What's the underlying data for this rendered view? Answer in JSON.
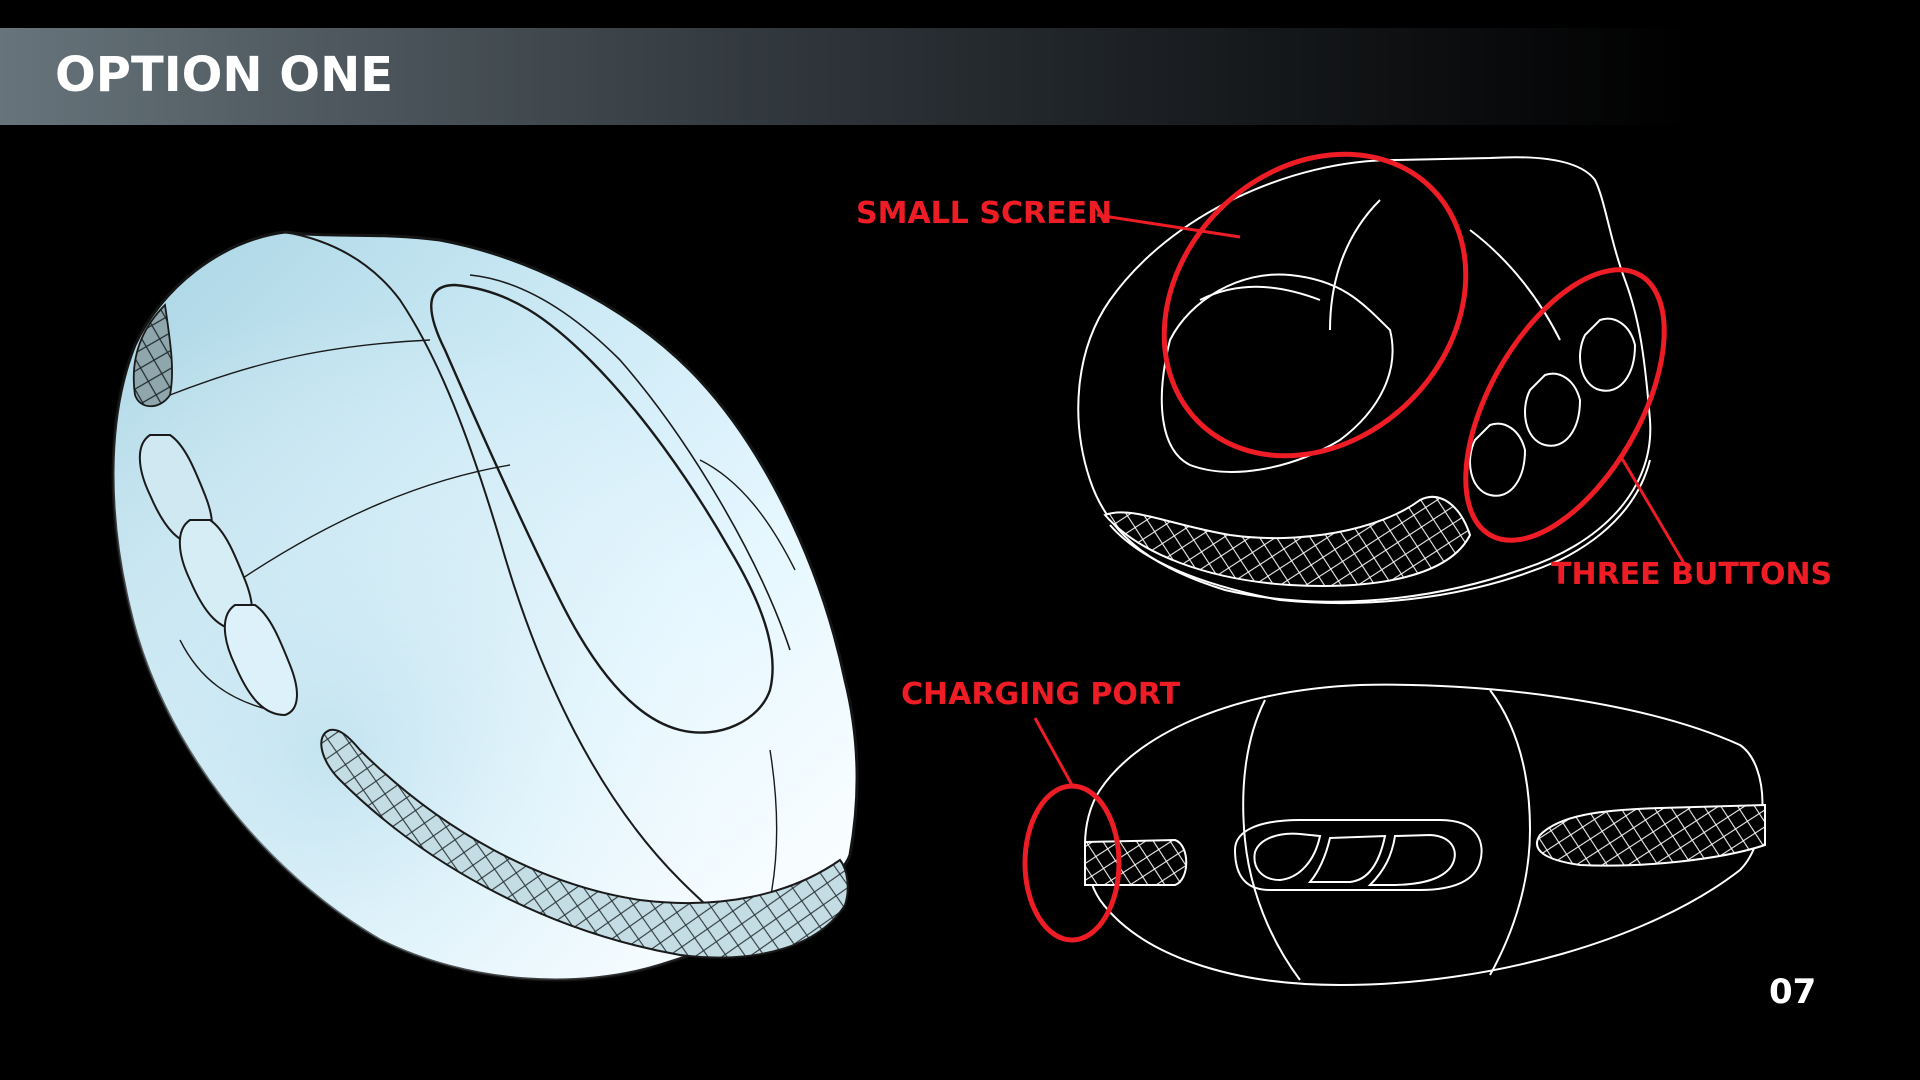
{
  "slide": {
    "title": "OPTION ONE",
    "page_number": "07"
  },
  "callouts": {
    "small_screen": "SMALL SCREEN",
    "three_buttons": "THREE BUTTONS",
    "charging_port": "CHARGING PORT"
  },
  "colors": {
    "accent_red": "#ee1c25",
    "title_bar_start": "#67747b",
    "background": "#000000",
    "shell_highlight": "#e6f7ff",
    "shell_shadow": "#a9d4e3"
  },
  "icons": {
    "hero": "mouse-rendering-icon",
    "angled_view": "mouse-line-drawing-icon",
    "top_view": "mouse-top-view-icon"
  }
}
